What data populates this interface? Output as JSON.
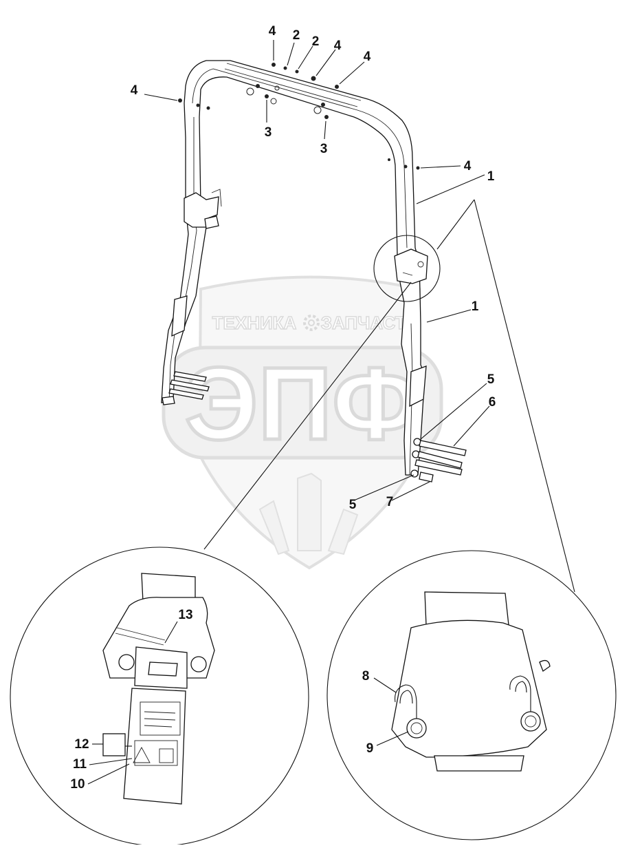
{
  "watermark": {
    "top_left": "ТЕХНИКА",
    "top_right": "ЗАПЧАСТИ",
    "logo": "ЭПФ"
  },
  "callouts": {
    "c1a": "1",
    "c1b": "1",
    "c2a": "2",
    "c2b": "2",
    "c3a": "3",
    "c3b": "3",
    "c4a": "4",
    "c4b": "4",
    "c4c": "4",
    "c4d": "4",
    "c4e": "4",
    "c5a": "5",
    "c5b": "5",
    "c6": "6",
    "c7": "7",
    "c8": "8",
    "c9": "9",
    "c10": "10",
    "c11": "11",
    "c12": "12",
    "c13": "13"
  }
}
